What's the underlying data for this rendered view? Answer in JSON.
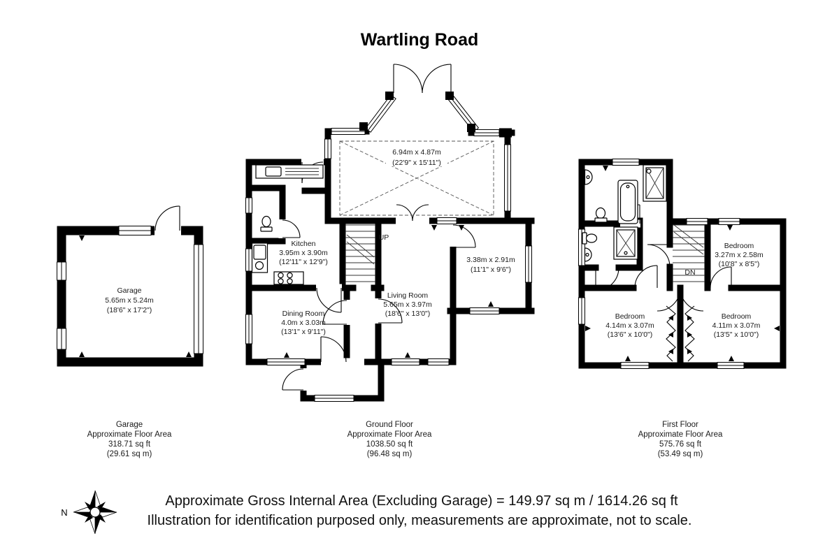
{
  "title": "Wartling Road",
  "colors": {
    "wall": "#000000",
    "text": "#1a1a1a"
  },
  "garage": {
    "room": {
      "name": "Garage",
      "metric": "5.65m x 5.24m",
      "imperial": "(18'6\" x 17'2\")"
    },
    "area": {
      "title": "Garage",
      "subtitle": "Approximate Floor Area",
      "sqft": "318.71 sq ft",
      "sqm": "(29.61 sq m)"
    }
  },
  "ground_floor": {
    "conservatory": {
      "metric": "6.94m x 4.87m",
      "imperial": "(22'9\" x 15'11\")"
    },
    "kitchen": {
      "name": "Kitchen",
      "metric": "3.95m x 3.90m",
      "imperial": "(12'11\" x 12'9\")"
    },
    "living_room": {
      "name": "Living Room",
      "metric": "5.65m x 3.97m",
      "imperial": "(18'6\" x 13'0\")"
    },
    "dining_room": {
      "name": "Dining Room",
      "metric": "4.0m x 3.03m",
      "imperial": "(13'1\" x 9'11\")"
    },
    "reception": {
      "metric": "3.38m x 2.91m",
      "imperial": "(11'1\" x 9'6\")"
    },
    "stairs": "UP",
    "area": {
      "title": "Ground Floor",
      "subtitle": "Approximate Floor Area",
      "sqft": "1038.50 sq ft",
      "sqm": "(96.48 sq m)"
    }
  },
  "first_floor": {
    "bedroom_top": {
      "name": "Bedroom",
      "metric": "3.27m x 2.58m",
      "imperial": "(10'8\" x 8'5\")"
    },
    "bedroom_left": {
      "name": "Bedroom",
      "metric": "4.14m x 3.07m",
      "imperial": "(13'6\" x 10'0\")"
    },
    "bedroom_right": {
      "name": "Bedroom",
      "metric": "4.11m x 3.07m",
      "imperial": "(13'5\" x 10'0\")"
    },
    "stairs": "DN",
    "area": {
      "title": "First Floor",
      "subtitle": "Approximate Floor Area",
      "sqft": "575.76 sq ft",
      "sqm": "(53.49 sq m)"
    }
  },
  "footer": {
    "line1": "Approximate Gross Internal Area (Excluding Garage) = 149.97 sq m / 1614.26 sq ft",
    "line2": "Illustration for identification purposed only, measurements are approximate, not to scale."
  },
  "compass": {
    "label": "N"
  }
}
